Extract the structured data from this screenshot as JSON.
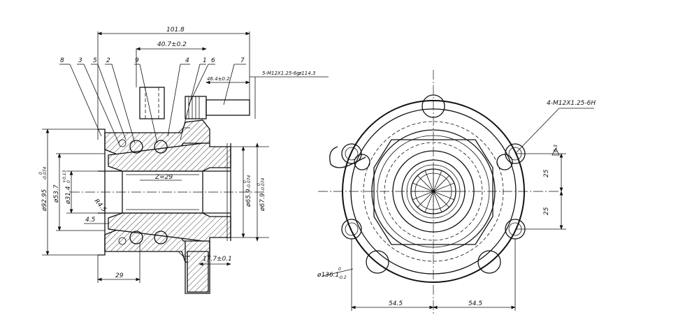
{
  "dimensions": {
    "overall_width": "101.8",
    "flange_offset": "40.7±0.2",
    "stud_length": "46.4±0.2",
    "spline": "Z=29",
    "outer_dia": "ø92.95",
    "outer_dia_tol": "-0.074",
    "dia_53": "ø53.7",
    "dia_31": "ø31.4",
    "dia_31_tol": "+0.13",
    "chamfer": "R4.5",
    "step": "4.5",
    "bottom_width": "29",
    "pilot_dia": "ø65.9",
    "pilot_dia_tol": "-0.074",
    "pilot_dia2": "ø67.9",
    "pilot_dia2_tol": "-0.074",
    "flange_thk": "17.7±0.1",
    "tol_zero": "0",
    "stud_spec": "5-M12X1.25-6g",
    "stud_pcd": "ø114.3",
    "thread_spec": "4-M12X1.25-6H",
    "flange_dia": "ø136.1",
    "flange_dia_tol": "-0.2",
    "half_spacing_left": "54.5",
    "half_spacing_right": "54.5",
    "vert_upper": "25",
    "vert_lower": "25",
    "roughness": "6.3"
  },
  "callouts": [
    "8",
    "3",
    "5",
    "2",
    "9",
    "4",
    "1",
    "6",
    "7"
  ]
}
